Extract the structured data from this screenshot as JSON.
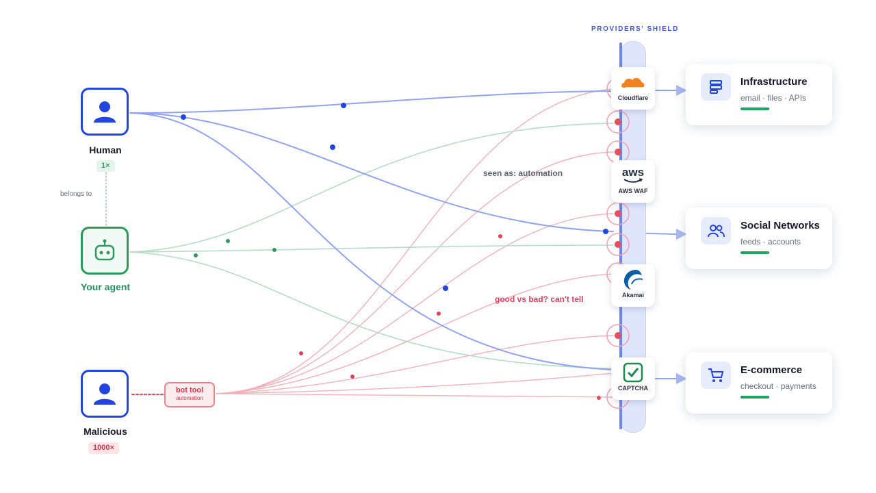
{
  "shield": {
    "title": "PROVIDERS' SHIELD"
  },
  "actors": {
    "human": {
      "label": "Human",
      "count": "1×"
    },
    "agent": {
      "label": "Your agent"
    },
    "malicious": {
      "label": "Malicious",
      "count": "1000×"
    }
  },
  "relation": {
    "belongs_to": "belongs to"
  },
  "bot_tool": {
    "title": "bot tool",
    "subtitle": "automation"
  },
  "providers": [
    {
      "name": "Cloudflare",
      "icon": "cloudflare-cloud-icon"
    },
    {
      "name": "AWS WAF",
      "logo_text": "aws",
      "icon": "aws-logo-icon"
    },
    {
      "name": "Akamai",
      "icon": "akamai-wave-icon"
    },
    {
      "name": "CAPTCHA",
      "icon": "captcha-check-icon"
    }
  ],
  "destinations": [
    {
      "title": "Infrastructure",
      "subtitle": "email · files · APIs",
      "icon": "server-stack-icon"
    },
    {
      "title": "Social Networks",
      "subtitle": "feeds · accounts",
      "icon": "users-icon"
    },
    {
      "title": "E-commerce",
      "subtitle": "checkout · payments",
      "icon": "cart-icon"
    }
  ],
  "annotations": {
    "seen_as": "seen as: automation",
    "cant_tell": "good vs bad? can't tell"
  },
  "colors": {
    "human": "#2146e0",
    "agent": "#2a9a5a",
    "malicious": "#e0405a",
    "shield": "#6b86f0",
    "accent_green": "#1fa45f"
  }
}
